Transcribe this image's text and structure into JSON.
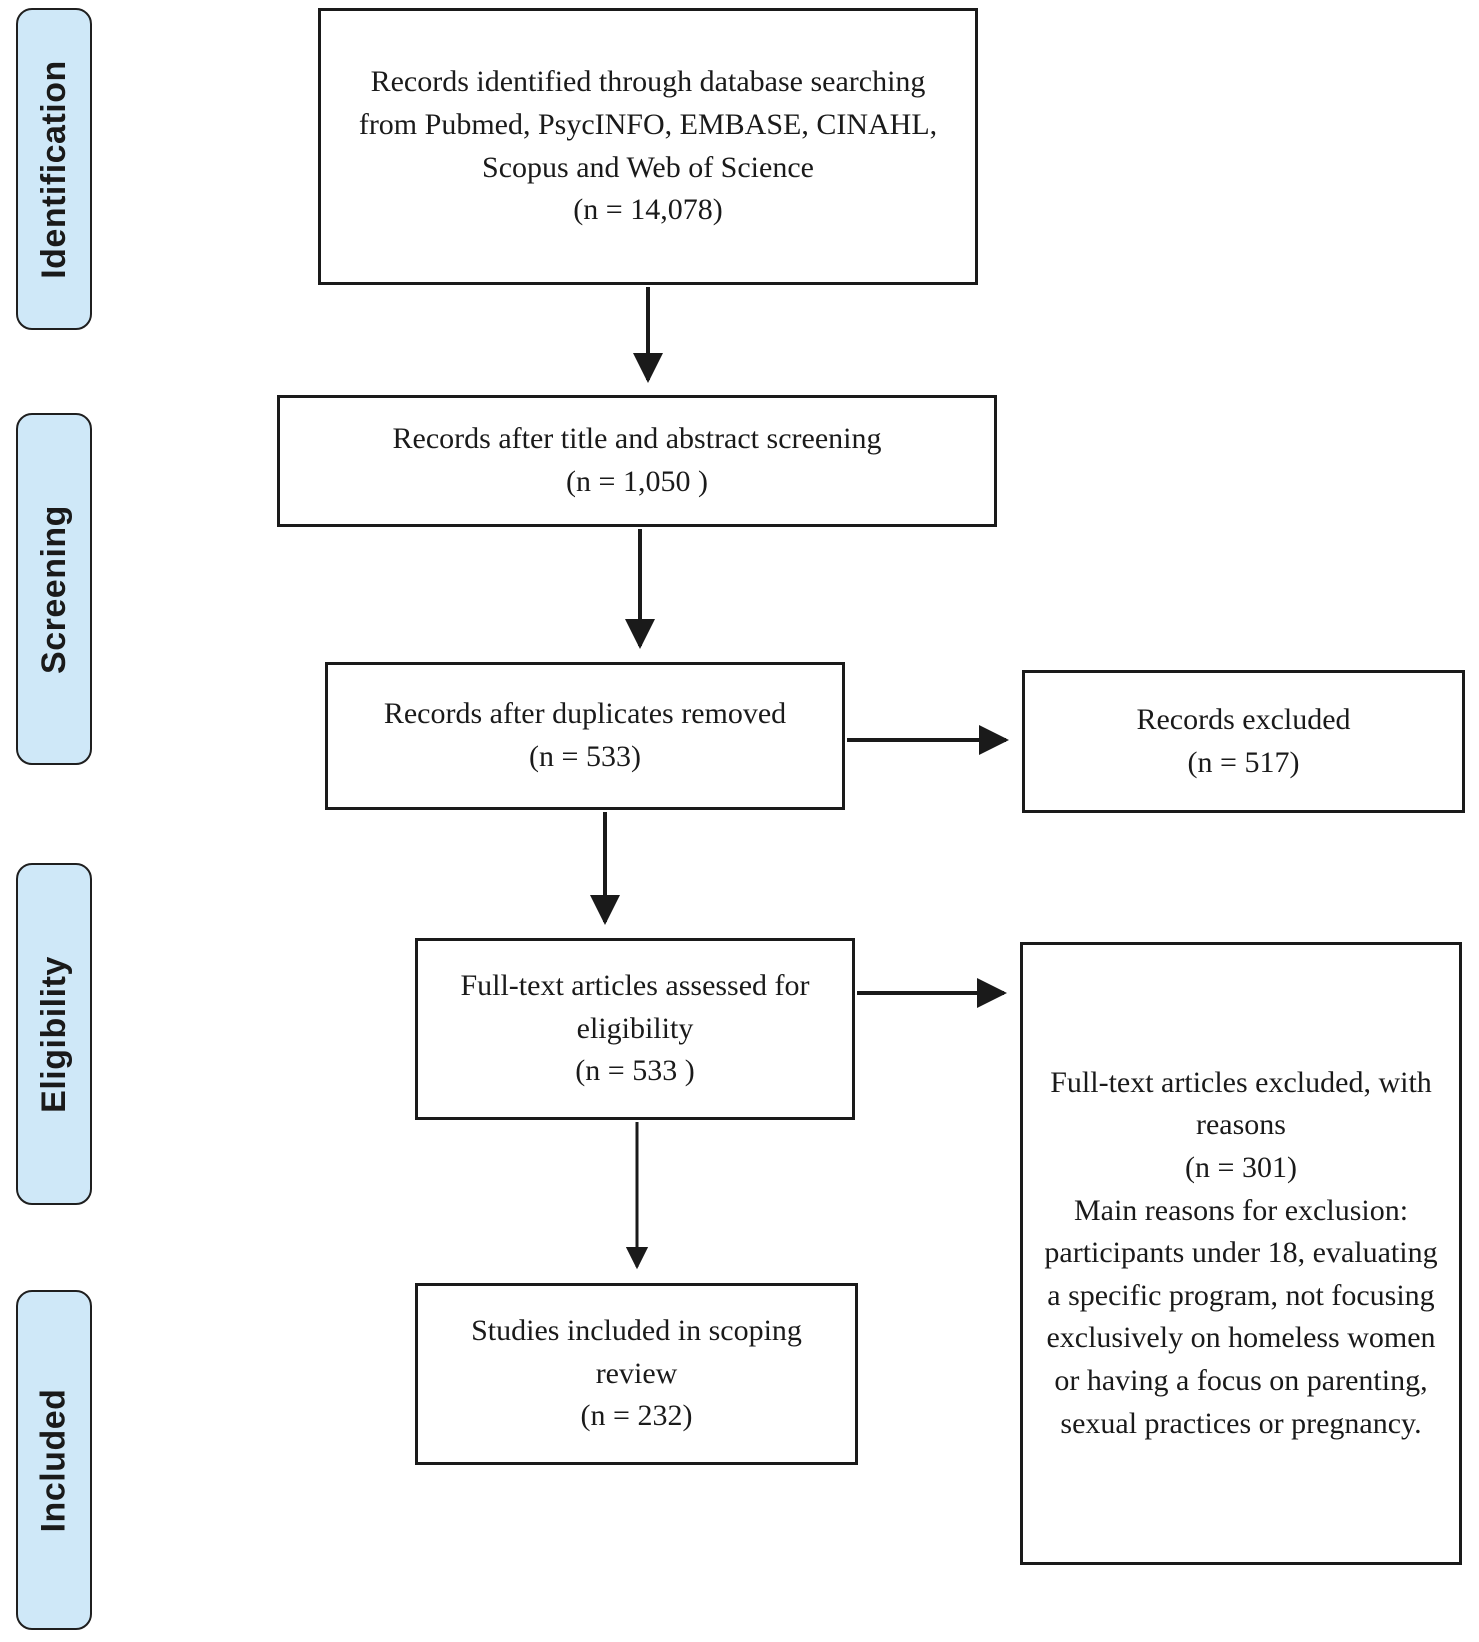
{
  "diagram": {
    "type": "prisma-flowchart",
    "colors": {
      "stage_fill": "#cfe8f8",
      "stage_border": "#1f1f1f",
      "box_fill": "#ffffff",
      "box_border": "#1a1a1a",
      "arrow": "#1a1a1a",
      "text": "#1a1a1a"
    },
    "stages": [
      {
        "label": "Identification"
      },
      {
        "label": "Screening"
      },
      {
        "label": "Eligibility"
      },
      {
        "label": "Included"
      }
    ],
    "boxes": {
      "identified": {
        "text": "Records identified through database searching from Pubmed, PsycINFO, EMBASE, CINAHL, Scopus and Web of Science",
        "count": "(n = 14,078)"
      },
      "title_abstract": {
        "text": "Records after title and abstract screening",
        "count": "(n = 1,050 )"
      },
      "duplicates_removed": {
        "text": "Records after duplicates removed",
        "count": "(n = 533)"
      },
      "records_excluded": {
        "text": "Records excluded",
        "count": "(n = 517)"
      },
      "fulltext_assessed": {
        "text": "Full-text articles assessed for eligibility",
        "count": "(n = 533 )"
      },
      "fulltext_excluded": {
        "text": "Full-text articles excluded, with reasons",
        "count": "(n = 301)",
        "reasons": "Main reasons for exclusion: participants under 18, evaluating a specific program, not focusing exclusively on homeless women or having a focus on parenting, sexual practices or pregnancy."
      },
      "studies_included": {
        "text": "Studies included in scoping review",
        "count": "(n = 232)"
      }
    }
  }
}
